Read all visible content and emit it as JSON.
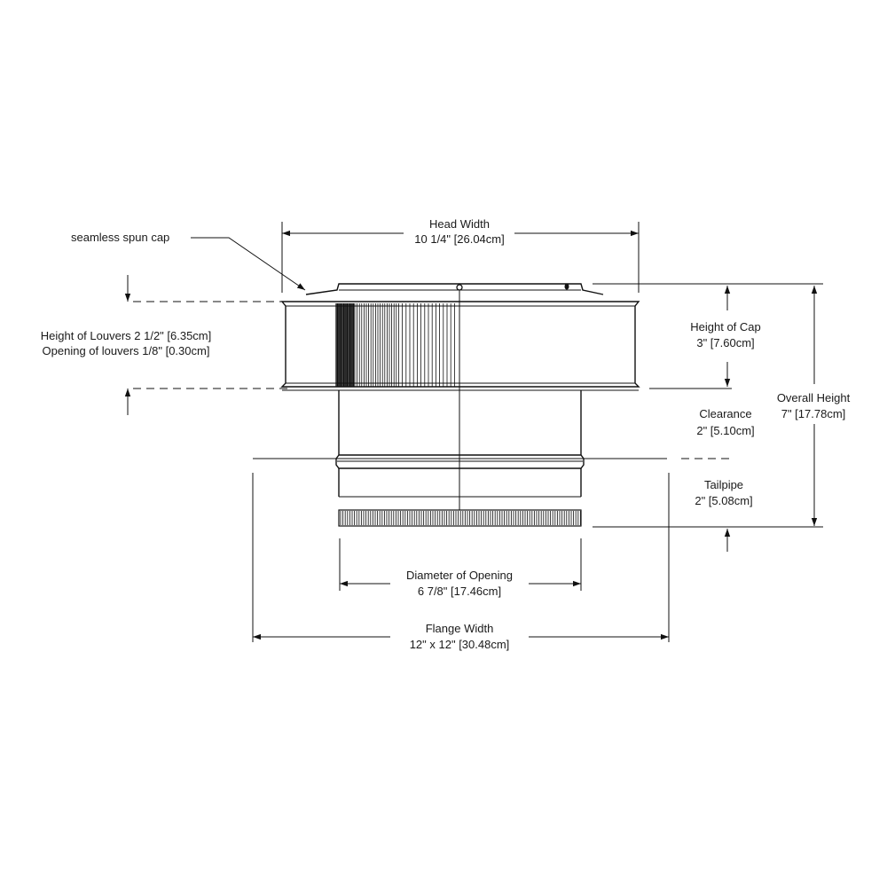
{
  "labels": {
    "seamless_cap": "seamless spun cap",
    "head_width_title": "Head Width",
    "head_width_value": "10 1/4\" [26.04cm]",
    "louvers_height": "Height of Louvers 2 1/2\" [6.35cm]",
    "louvers_opening": "Opening of louvers 1/8\" [0.30cm]",
    "cap_height_title": "Height of Cap",
    "cap_height_value": "3\" [7.60cm]",
    "overall_height_title": "Overall Height",
    "overall_height_value": "7\" [17.78cm]",
    "clearance_title": "Clearance",
    "clearance_value": "2\" [5.10cm]",
    "tailpipe_title": "Tailpipe",
    "tailpipe_value": "2\" [5.08cm]",
    "opening_diameter_title": "Diameter of Opening",
    "opening_diameter_value": "6 7/8\" [17.46cm]",
    "flange_width_title": "Flange Width",
    "flange_width_value": "12\" x 12\" [30.48cm]"
  },
  "colors": {
    "line": "#111111",
    "text": "#1a1a1a",
    "background": "#ffffff"
  }
}
